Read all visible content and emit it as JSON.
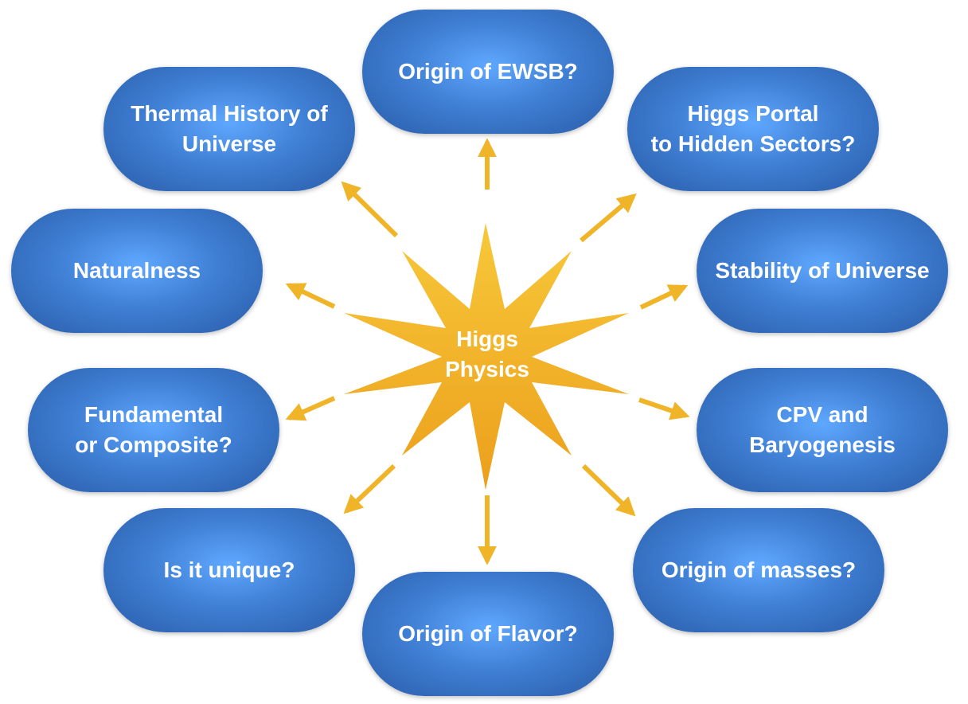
{
  "center": {
    "line1": "Higgs",
    "line2": "Physics"
  },
  "nodes": {
    "ewsb": {
      "line1": "Origin of EWSB?"
    },
    "portal": {
      "line1": "Higgs Portal",
      "line2": "to Hidden Sectors?"
    },
    "stability": {
      "line1": "Stability of Universe"
    },
    "cpv": {
      "line1": "CPV and",
      "line2": "Baryogenesis"
    },
    "masses": {
      "line1": "Origin of masses?"
    },
    "flavor": {
      "line1": "Origin of Flavor?"
    },
    "unique": {
      "line1": "Is it unique?"
    },
    "composite": {
      "line1": "Fundamental",
      "line2": "or Composite?"
    },
    "naturalness": {
      "line1": "Naturalness"
    },
    "thermal": {
      "line1": "Thermal History of",
      "line2": "Universe"
    }
  },
  "colors": {
    "star": "#f2b61a",
    "arrow": "#f0b429",
    "node": "#3f7fd4"
  }
}
